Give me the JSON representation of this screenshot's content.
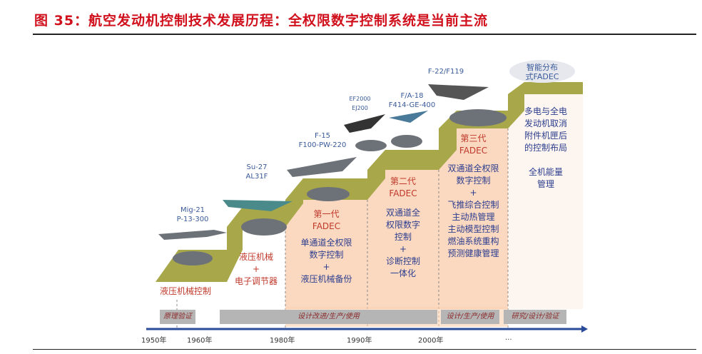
{
  "title": "图 35：航空发动机控制技术发展历程：全权限数字控制系统是当前主流",
  "steps": [
    {
      "aircraft": "Mig-21",
      "engine": "P-13-300",
      "gen": "",
      "tech": "液压机械控制"
    },
    {
      "aircraft": "Su-27",
      "engine": "AL31F",
      "gen": "",
      "tech": [
        "液压机械",
        "+",
        "电子调节器"
      ]
    },
    {
      "aircraft": "F-15",
      "engine": "F100-PW-220",
      "gen": "第一代",
      "fadec": "FADEC",
      "tech": [
        "单通道全权限",
        "数字控制",
        "+",
        "液压机械备份"
      ]
    },
    {
      "aircraft": "EF2000",
      "engine": "EJ200",
      "aircraft2": "F/A-18",
      "engine2": "F414-GE-400",
      "gen": "第二代",
      "fadec": "FADEC",
      "tech": [
        "双通道全",
        "权限数字",
        "控制",
        "+",
        "诊断控制",
        "一体化"
      ]
    },
    {
      "aircraft": "F-22/F119",
      "gen": "第三代",
      "fadec": "FADEC",
      "tech": [
        "双通道全权限",
        "数字控制",
        "+",
        "飞推综合控制",
        "主动热管理",
        "主动模型控制",
        "燃油系统重构",
        "预测健康管理"
      ]
    },
    {
      "aircraft": "智能分布",
      "engine": "式FADEC",
      "tech": [
        "多电与全电",
        "发动机取消",
        "附件机匣后",
        "的控制布局",
        "",
        "全机能量",
        "管理"
      ]
    }
  ],
  "phases": [
    "原理验证",
    "设计改进/生产/使用",
    "设计/生产/使用",
    "研究/设计/验证"
  ],
  "years": [
    "1950年",
    "1960年",
    "1980年",
    "1990年",
    "2000年",
    "..."
  ],
  "colors": {
    "title": "#d0101c",
    "step_top": "#a8a84a",
    "step_face": "#fbd8c0",
    "axis": "#2a4a9a"
  }
}
